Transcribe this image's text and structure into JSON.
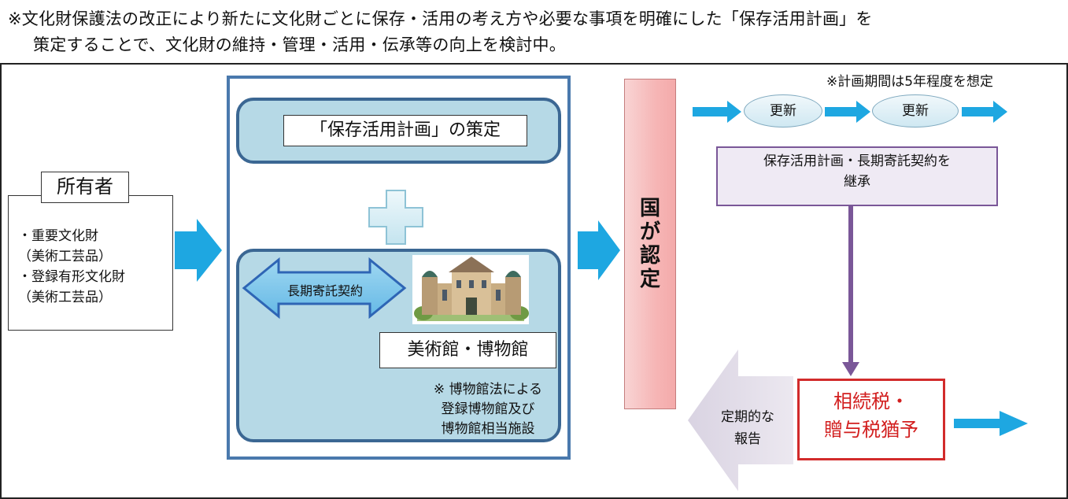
{
  "header": {
    "line1": "※文化財保護法の改正により新たに文化財ごとに保存・活用の考え方や必要な事項を明確にした「保存活用計画」を",
    "line2": "策定することで、文化財の維持・管理・活用・伝承等の向上を検討中。"
  },
  "owner": {
    "title": "所有者",
    "items": [
      "・重要文化財",
      "（美術工芸品）",
      "・登録有形文化財",
      "（美術工芸品）"
    ]
  },
  "plan": {
    "formulation": "「保存活用計画」の策定",
    "contract": "長期寄託契約",
    "museum": "美術館・博物館",
    "museum_note": [
      "※ 博物館法による",
      "登録博物館及び",
      "博物館相当施設"
    ]
  },
  "state": {
    "label": [
      "国",
      "が",
      "認",
      "定"
    ]
  },
  "renewal": {
    "note": "※計画期間は5年程度を想定",
    "label1": "更新",
    "label2": "更新"
  },
  "inherit": {
    "line1": "保存活用計画・長期寄託契約を",
    "line2": "継承"
  },
  "report": {
    "line1": "定期的な",
    "line2": "報告"
  },
  "tax": {
    "line1": "相続税・",
    "line2": "贈与税猶予"
  },
  "colors": {
    "arrow_blue": "#1ea7e1",
    "frame_blue": "#4a79ad",
    "panel_fill": "#b6d9e6",
    "state_red": "#f6b6b6",
    "purple": "#7a5798",
    "tax_red": "#d22b2b"
  }
}
